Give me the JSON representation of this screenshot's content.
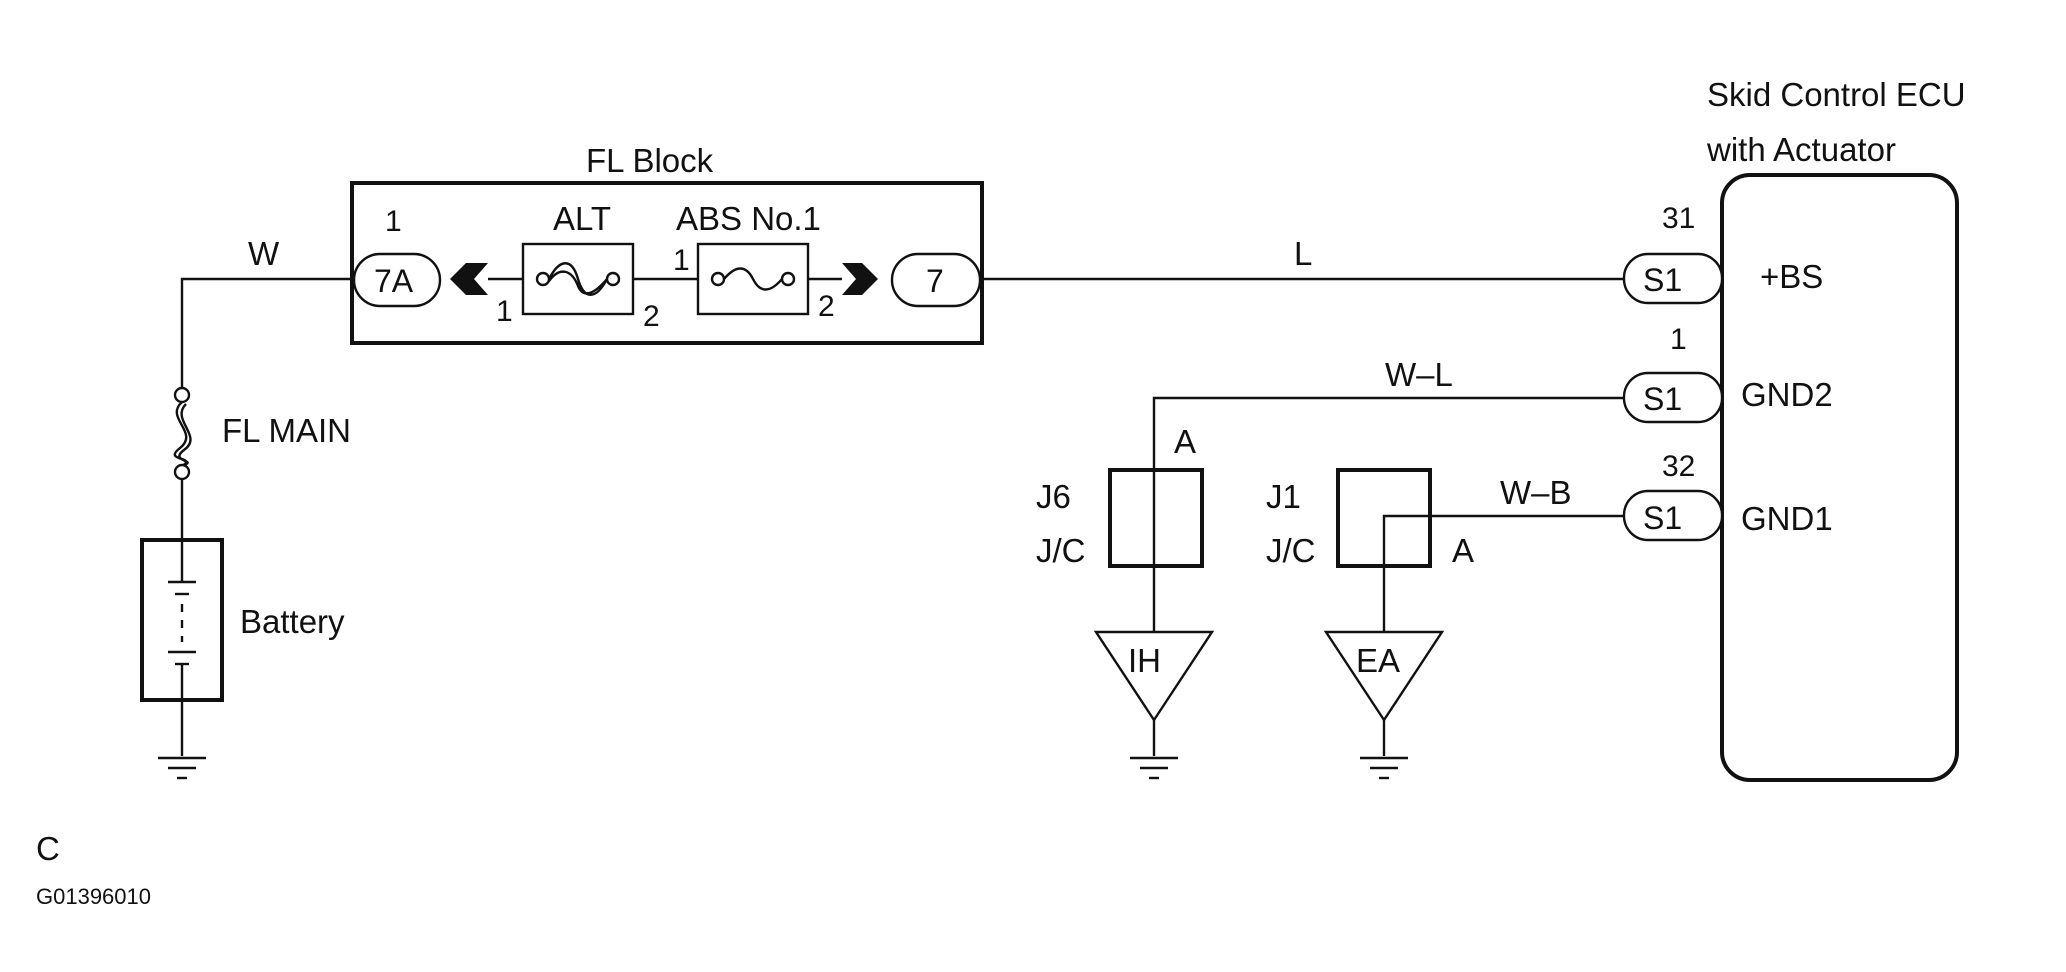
{
  "ecu": {
    "title_line1": "Skid Control ECU",
    "title_line2": "with Actuator",
    "terminals": [
      "+BS",
      "GND2",
      "GND1"
    ]
  },
  "fl_block": {
    "title": "FL Block",
    "fuse_alt": "ALT",
    "fuse_abs": "ABS No.1",
    "conn_in": "7A",
    "conn_out": "7"
  },
  "pins": {
    "in_pin": "1",
    "alt_pin1": "1",
    "alt_pin2": "2",
    "abs_pin1": "1",
    "abs_pin2": "2",
    "ecu_pin_bs": "31",
    "ecu_pin_gnd2": "1",
    "ecu_pin_gnd1": "32",
    "ecu_conn": "S1",
    "jc_pin_a1": "A",
    "jc_pin_a2": "A"
  },
  "wires": {
    "w": "W",
    "l": "L",
    "wl": "W–L",
    "wb": "W–B"
  },
  "fl_main": "FL MAIN",
  "battery": "Battery",
  "junctions": [
    {
      "id": "J6",
      "type": "J/C",
      "ground": "IH"
    },
    {
      "id": "J1",
      "type": "J/C",
      "ground": "EA"
    }
  ],
  "footer": {
    "letter": "C",
    "code": "G01396010"
  }
}
